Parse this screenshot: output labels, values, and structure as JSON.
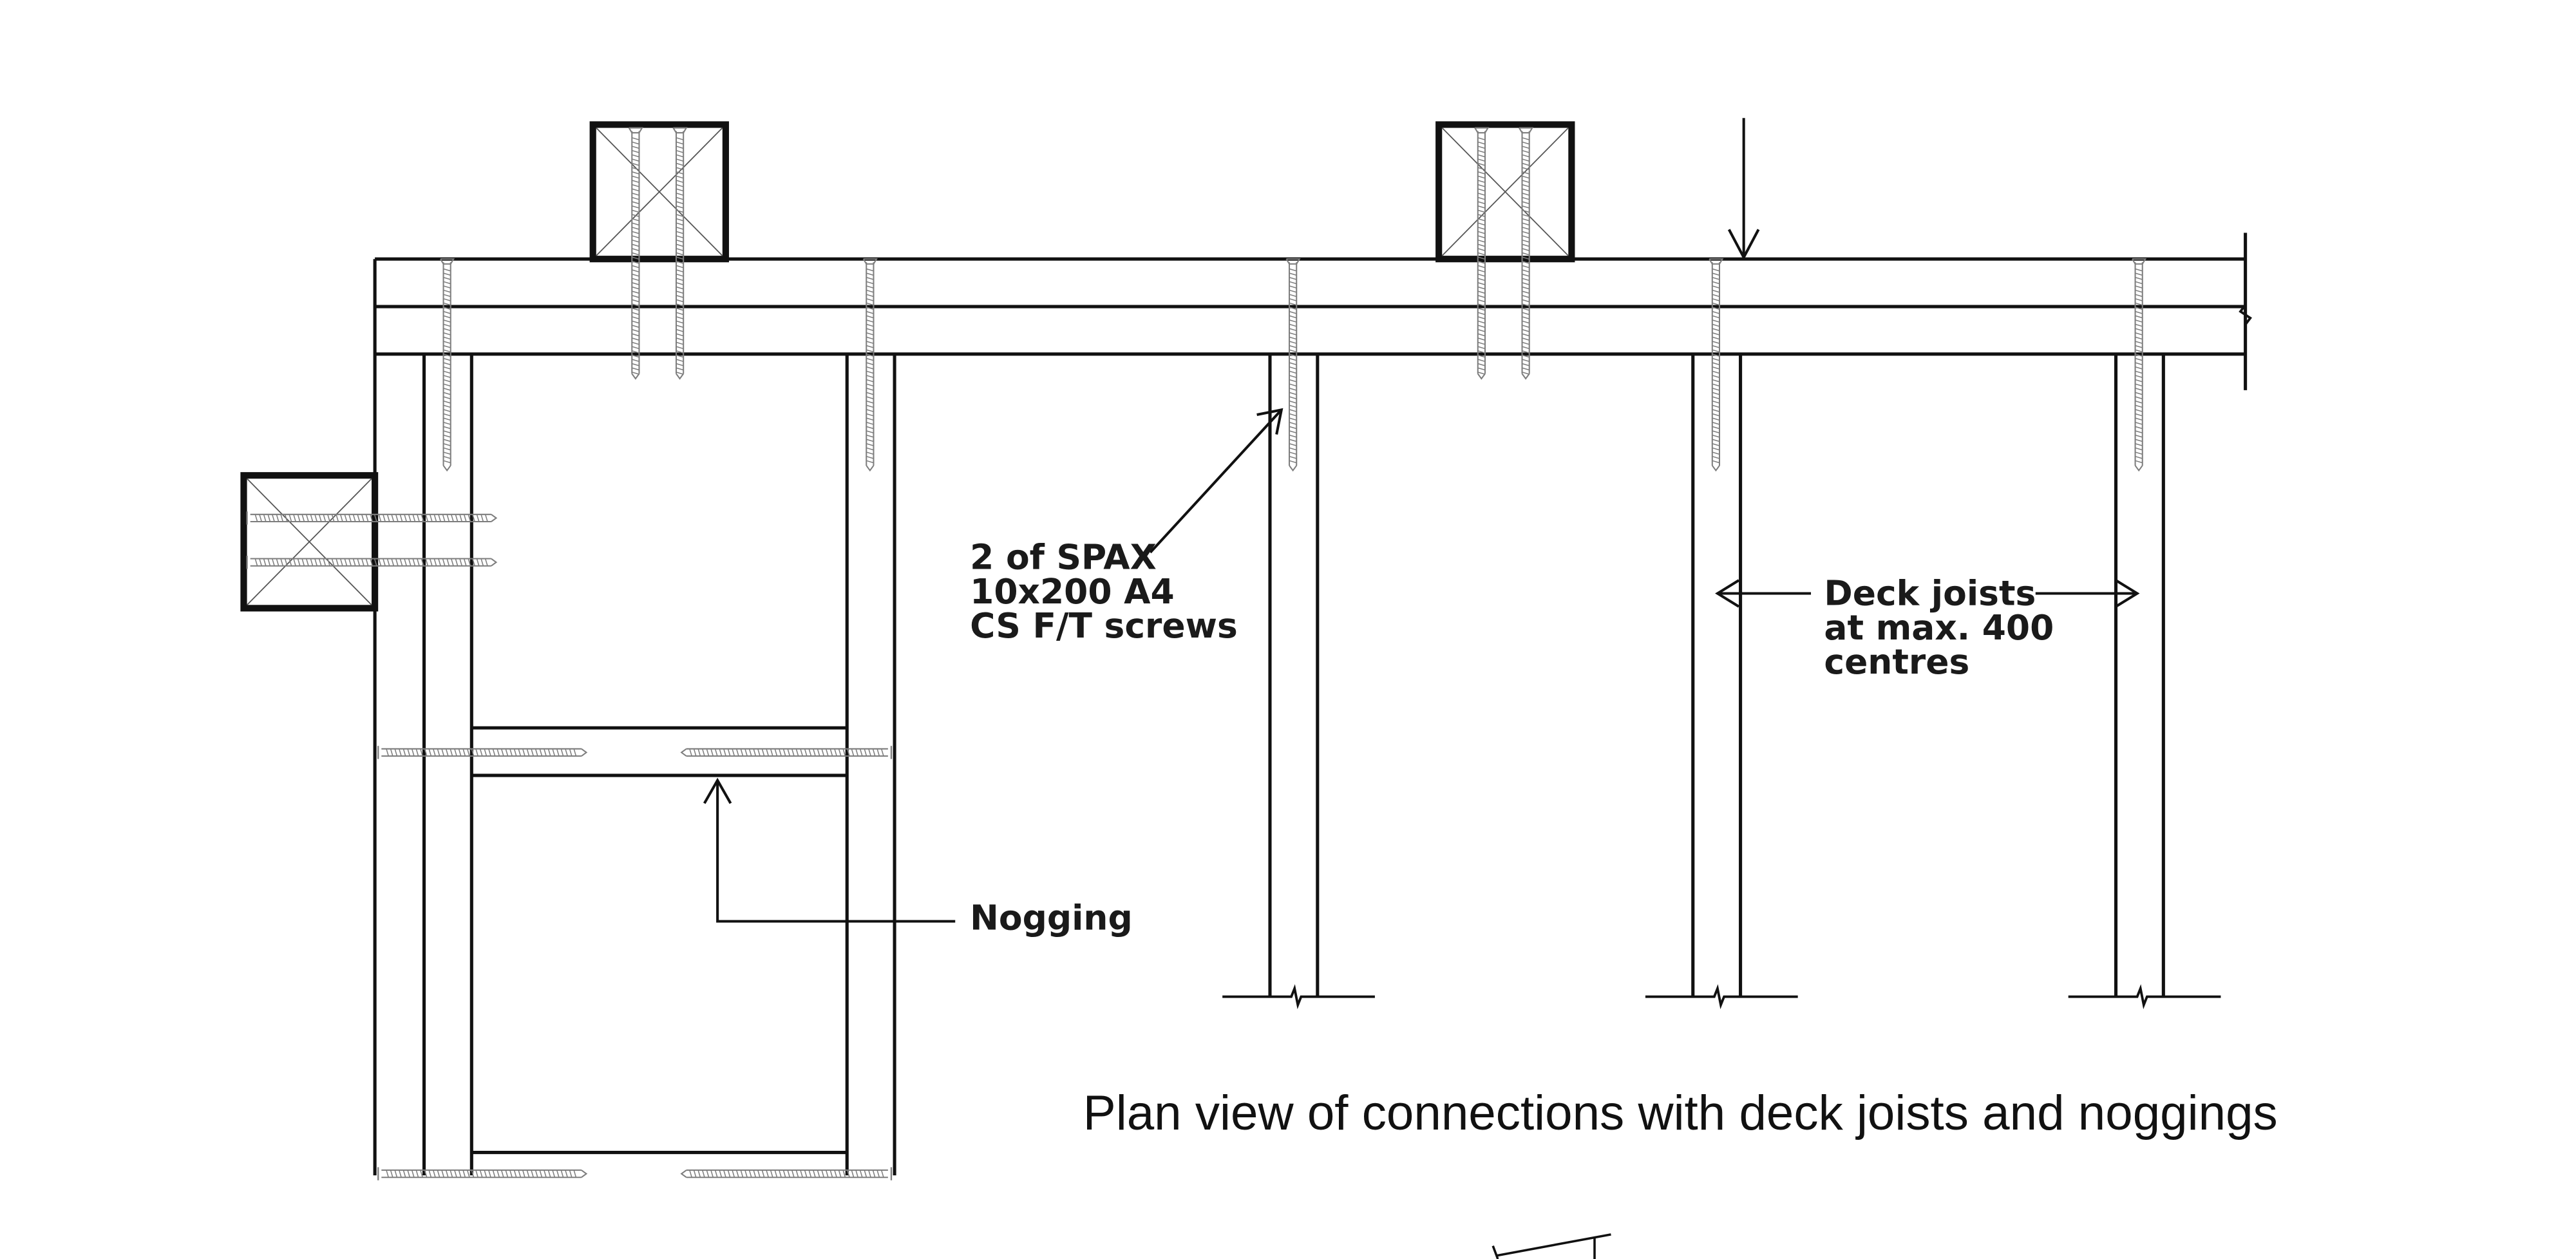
{
  "diagram": {
    "title": "Plan view of connections with deck joists and noggings",
    "screw_label": [
      "2 of SPAX",
      "10x200 A4",
      "CS F/T screws"
    ],
    "joist_label": [
      "Deck joists",
      "at max. 400",
      "centres"
    ],
    "nogging_label": "Nogging"
  },
  "colors": {
    "line": "#111111",
    "thin_line": "#444444",
    "screw": "#7d7d7d"
  }
}
